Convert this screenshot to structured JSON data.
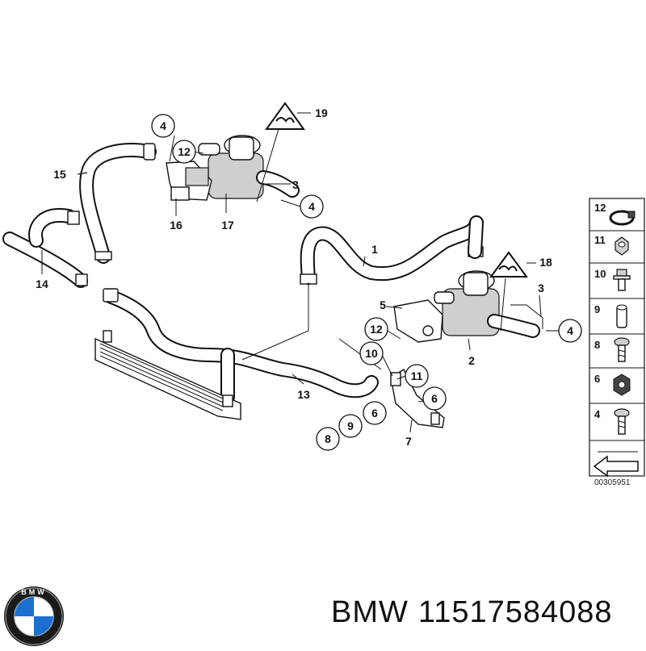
{
  "diagram": {
    "labels": {
      "l1": "1",
      "l2": "2",
      "l3a": "3",
      "l3b": "3",
      "l4a": "4",
      "l4b": "4",
      "l4c": "4",
      "l5": "5",
      "l6a": "6",
      "l6b": "6",
      "l7": "7",
      "l8": "8",
      "l9": "9",
      "l10": "10",
      "l11": "11",
      "l12a": "12",
      "l12b": "12",
      "l13": "13",
      "l14": "14",
      "l15": "15",
      "l16": "16",
      "l17": "17",
      "l18": "18",
      "l19": "19"
    },
    "side_panel": {
      "items": [
        "12",
        "11",
        "10",
        "9",
        "8",
        "6",
        "4"
      ]
    },
    "diagram_code": "00305951"
  },
  "brand": {
    "logo_icon": "bmw-roundel-icon",
    "logo_letters": "BMW",
    "name": "BMW",
    "part_number": "11517584088"
  }
}
